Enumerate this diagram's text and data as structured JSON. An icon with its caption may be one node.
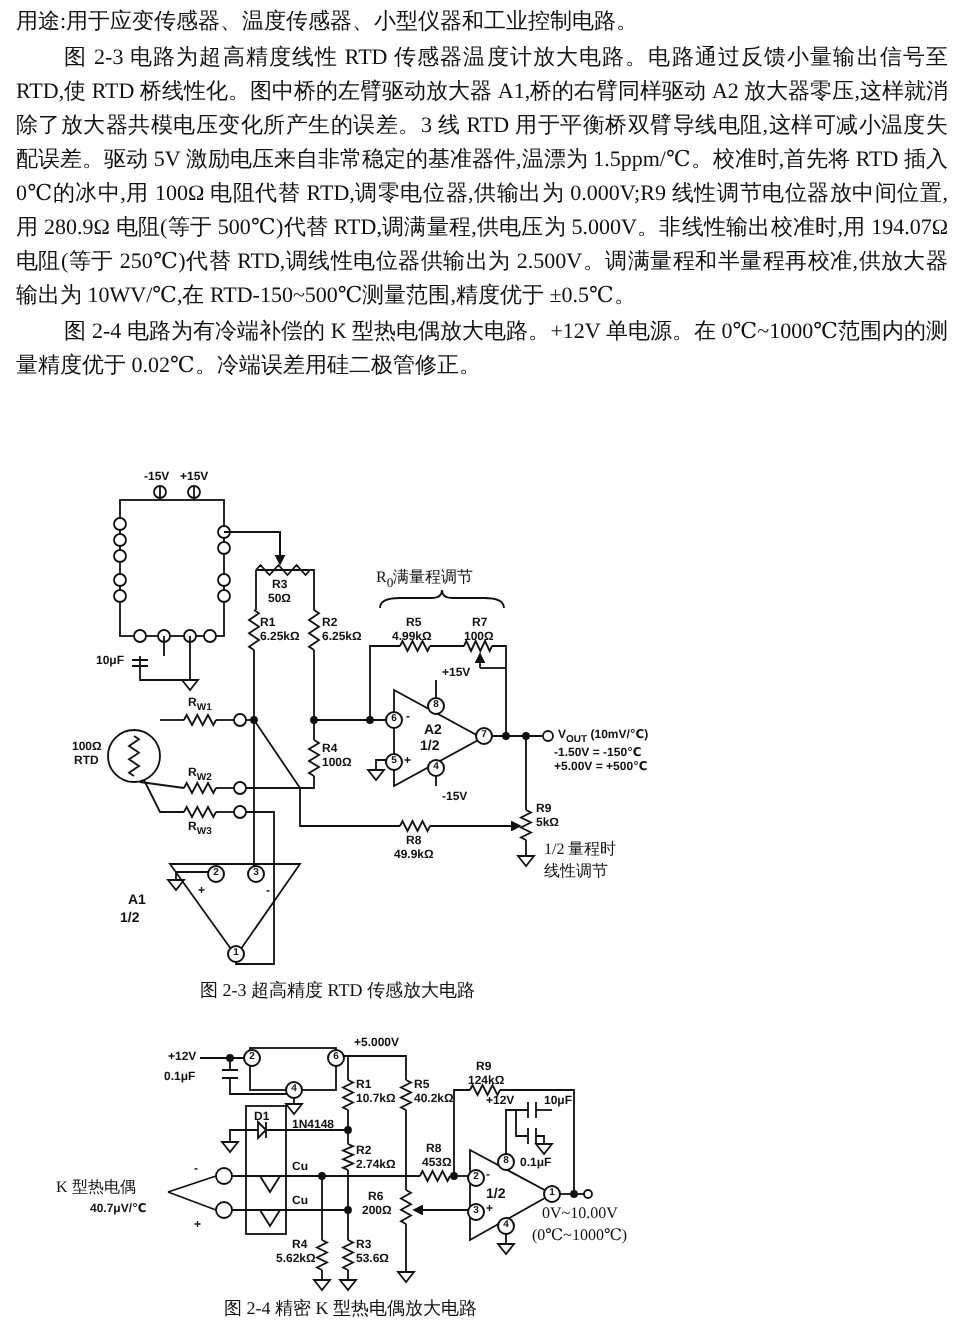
{
  "diagram": {
    "labels": [
      "用途:用于应变传感器、温度传感器、小型仪器和工业控制电路。",
      "图 2-3 电路为超高精度线性 RTD 传感器温度计放大电路。电路通过反馈小量输出信号至 RTD,使 RTD 桥线性化。图中桥的左臂驱动放大器 A1,桥的右臂同样驱动 A2 放大器零压,这样就消除了放大器共模电压变化所产生的误差。3 线 RTD 用于平衡桥双臂导线电阻,这样可减小温度失配误差。驱动 5V 激励电压来自非常稳定的基准器件,温漂为 1.5ppm/℃。校准时,首先将 RTD 插入 0℃的冰中,用 100Ω 电阻代替 RTD,调零电位器,供输出为 0.000V;R9 线性调节电位器放中间位置,用 280.9Ω 电阻(等于 500℃)代替 RTD,调满量程,供电压为 5.000V。非线性输出校准时,用 194.07Ω 电阻(等于 250℃)代替 RTD,调线性电位器供输出为 2.500V。调满量程和半量程再校准,供放大器输出为 10WV/℃,在 RTD-150~500℃测量范围,精度优于 ±0.5℃。",
      "图 2-4 电路为有冷端补偿的 K 型热电偶放大电路。+12V 单电源。在 0℃~1000℃范围内的测量精度优于 0.02℃。冷端误差用硅二极管修正。",
      "-15V",
      "+15V",
      "R3",
      "50Ω",
      "R1",
      "6.25kΩ",
      "R2",
      "6.25kΩ",
      "10μF",
      "R$_{0}$满量程调节",
      "R5",
      "4.99kΩ",
      "R7",
      "100Ω",
      "R$_{W1}$",
      "6",
      "-",
      "8",
      "+15V",
      "A2",
      "1/2",
      "7",
      "100Ω",
      "RTD",
      "R4",
      "100Ω",
      "5",
      "+",
      "4",
      "-15V",
      "V$_{OUT}$ (10mV/℃)",
      "-1.50V = -150℃",
      "+5.00V = +500℃",
      "R$_{W2}$",
      "R$_{W3}$",
      "R8",
      "49.9kΩ",
      "R9",
      "5kΩ",
      "1/2 量程时线性调节",
      "2",
      "+",
      "3",
      "-",
      "A1",
      "1/2",
      "1",
      "图 2-3 超高精度 RTD 传感放大电路",
      "+12V",
      "0.1μF",
      "2",
      "6",
      "+5.000V",
      "4",
      "R1",
      "10.7kΩ",
      "R5",
      "40.2kΩ",
      "R9",
      "124kΩ",
      "+12V",
      "10μF",
      "0.1μF",
      "D1",
      "1N4148",
      "R2",
      "2.74kΩ",
      "R8",
      "453Ω",
      "8",
      "Cu",
      "K 型热电偶",
      "-",
      "2",
      "-",
      "1/2",
      "1",
      "40.7μV/℃",
      "Cu",
      "R6",
      "200Ω",
      "3",
      "+",
      "4",
      "0V~10.00V",
      "(0℃~1000℃)",
      "+",
      "R4",
      "5.62kΩ",
      "R3",
      "53.6Ω",
      "图 2-4 精密 K 型热电偶放大电路"
    ]
  }
}
